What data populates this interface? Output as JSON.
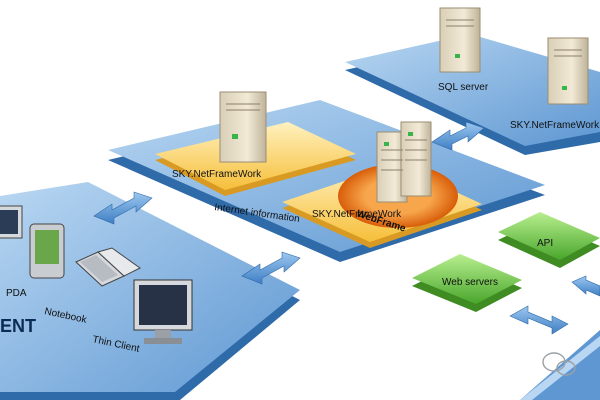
{
  "labels": {
    "sql_server": "SQL server",
    "sky_db": "SKY.NetFrameWork",
    "sky_left": "SKY.NetFrameWork",
    "internet_information": "Internet information",
    "webframe": "WebFrame",
    "sky_right": "SKY.NetFrameWork",
    "api": "API",
    "web_servers": "Web servers",
    "pda": "PDA",
    "notebook": "Notebook",
    "thin_client": "Thin Client",
    "client": "ENT"
  },
  "colors": {
    "platform_top": "#6fa3d6",
    "platform_side": "#2f6aa9",
    "server_tile": "#ffd36b",
    "webframe_ring": "#ef7a18",
    "green_box": "#6cc04a",
    "arrow": "#4f8fd2"
  }
}
